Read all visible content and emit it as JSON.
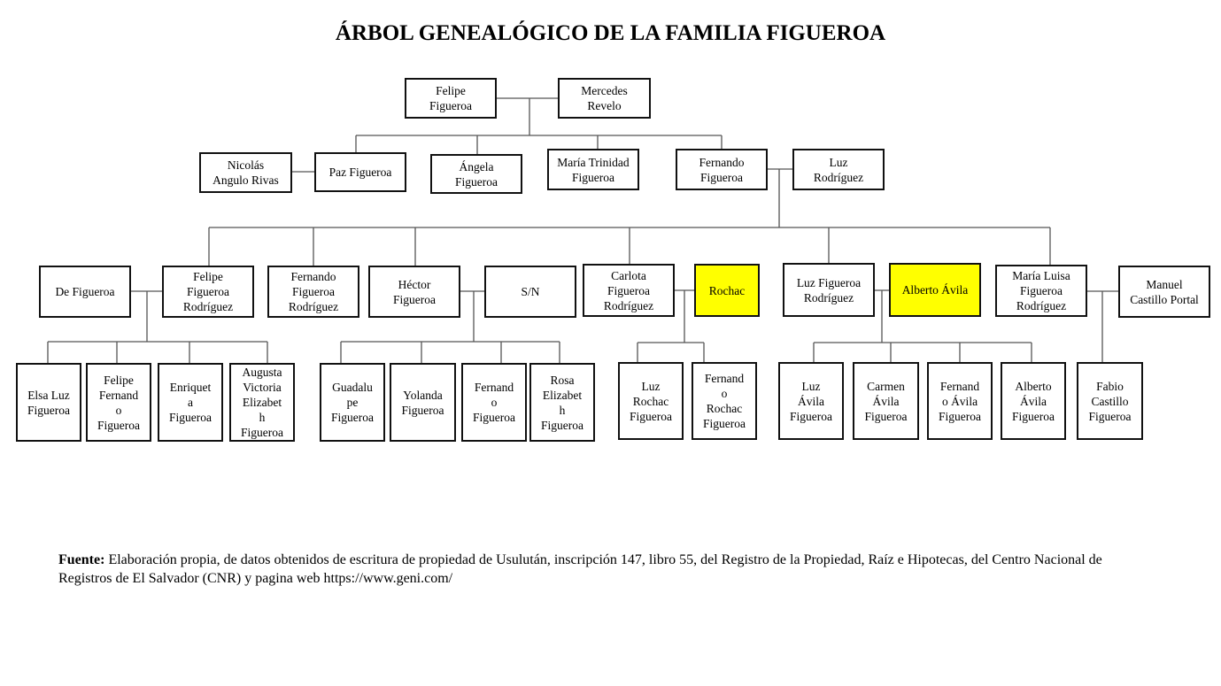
{
  "title": "ÁRBOL GENEALÓGICO DE LA FAMILIA FIGUEROA",
  "gen1": [
    "Felipe\nFigueroa",
    "Mercedes\nRevelo"
  ],
  "gen2": [
    "Nicolás\nAngulo Rivas",
    "Paz Figueroa",
    "Ángela\nFigueroa",
    "María Trinidad\nFigueroa",
    "Fernando\nFigueroa",
    "Luz\nRodríguez"
  ],
  "gen3": [
    "De Figueroa",
    "Felipe\nFigueroa\nRodríguez",
    "Fernando\nFigueroa\nRodríguez",
    "Héctor\nFigueroa",
    "S/N",
    "Carlota\nFigueroa\nRodríguez",
    "Rochac",
    "Luz Figueroa\nRodríguez",
    "Alberto Ávila",
    "María Luisa\nFigueroa\nRodríguez",
    "Manuel\nCastillo Portal"
  ],
  "gen4": [
    "Elsa Luz\nFigueroa",
    "Felipe\nFernand\no\nFigueroa",
    "Enriquet\na\nFigueroa",
    "Augusta\nVictoria\nElizabet\nh\nFigueroa",
    "Guadalu\npe\nFigueroa",
    "Yolanda\nFigueroa",
    "Fernand\no\nFigueroa",
    "Rosa\nElizabet\nh\nFigueroa",
    "Luz\nRochac\nFigueroa",
    "Fernand\no\nRochac\nFigueroa",
    "Luz\nÁvila\nFigueroa",
    "Carmen\nÁvila\nFigueroa",
    "Fernand\no Ávila\nFigueroa",
    "Alberto\nÁvila\nFigueroa",
    "Fabio\nCastillo\nFigueroa"
  ],
  "highlight_color": "#ffff00",
  "footer": {
    "label": "Fuente:",
    "text": " Elaboración propia, de datos obtenidos de escritura de propiedad de Usulután, inscripción 147, libro 55, del Registro de la Propiedad, Raíz e Hipotecas, del Centro Nacional de Registros de El Salvador (CNR) y pagina web https://www.geni.com/"
  }
}
